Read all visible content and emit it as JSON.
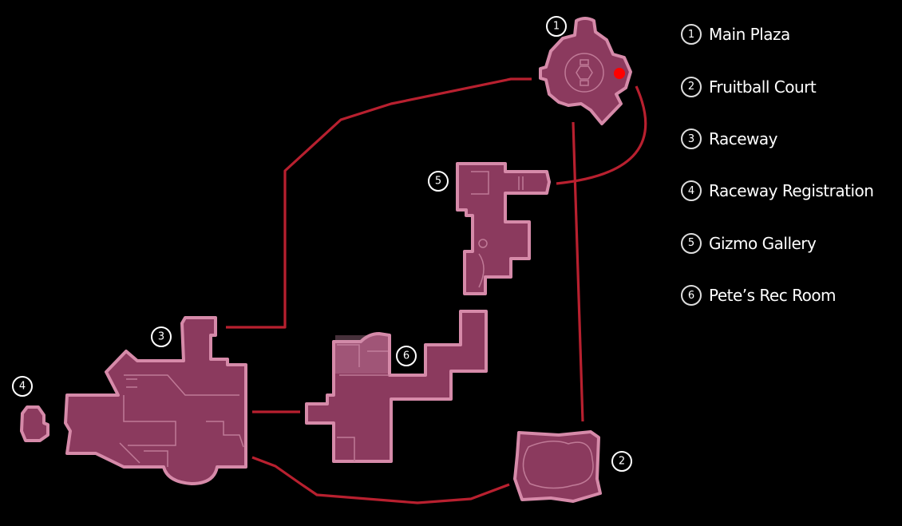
{
  "legend": [
    {
      "num": "1",
      "label": "Main Plaza"
    },
    {
      "num": "2",
      "label": "Fruitball Court"
    },
    {
      "num": "3",
      "label": "Raceway"
    },
    {
      "num": "4",
      "label": "Raceway Registration"
    },
    {
      "num": "5",
      "label": "Gizmo Gallery"
    },
    {
      "num": "6",
      "label": "Pete’s Rec Room"
    }
  ],
  "markers": {
    "m1": "1",
    "m2": "2",
    "m3": "3",
    "m4": "4",
    "m5": "5",
    "m6": "6"
  },
  "colors": {
    "room_fill": "#8b3a5e",
    "room_outline": "#d68aa9",
    "route": "#b8202f",
    "current_location": "#ff0000",
    "background": "#000000"
  }
}
